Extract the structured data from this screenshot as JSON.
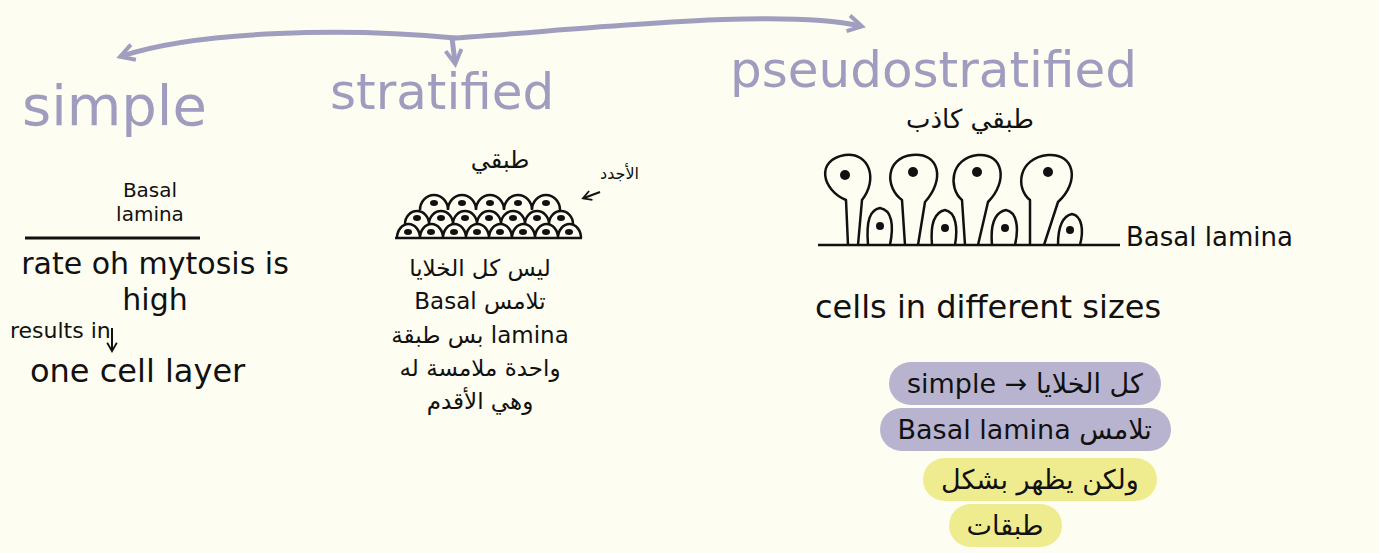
{
  "diagram": {
    "nodes": [
      {
        "text": [
          "simple → كل الخلايا"
        ]
      },
      {
        "text": [
          "تلامس Basal lamina"
        ]
      },
      {
        "text": [
          "ولكن يظهر بشكل"
        ]
      },
      {
        "text": [
          "طبقات"
        ]
      }
    ],
    "labels": [
      "simple",
      "stratified",
      "pseudostratified",
      "Basal lamina",
      "rate oh mytosis is high",
      "results in",
      "one cell layer",
      "طبقي",
      "الأجدد",
      "ليس كل الخلايا تلامس Basal lamina بس طبقة واحدة ملامسة له وهي الأقدم",
      "طبقي كاذب",
      "Basal lamina",
      "cells in different sizes"
    ]
  }
}
